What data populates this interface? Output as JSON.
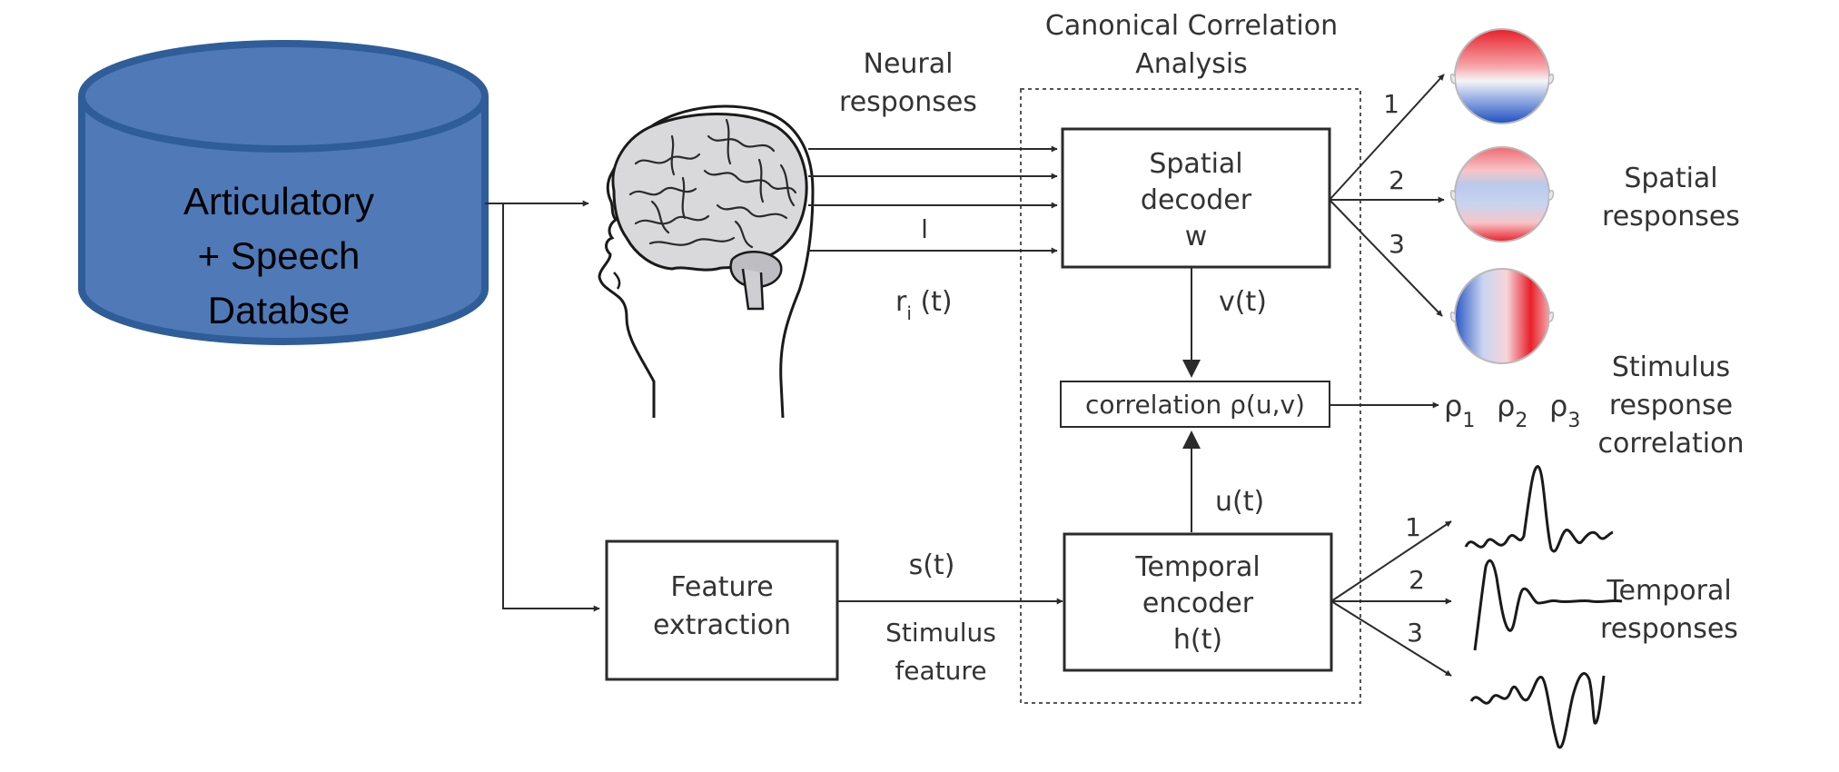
{
  "colors": {
    "database_fill": "#4f7ab7",
    "database_stroke": "#2f5d99",
    "topo_red": "#e8202a",
    "topo_blue": "#1f4fc0"
  },
  "database": {
    "line1": "Articulatory",
    "line2": "+ Speech",
    "line3": "Databse"
  },
  "brain": {
    "icon": "brain-head-icon"
  },
  "cca": {
    "title_line1": "Canonical Correlation",
    "title_line2": "Analysis"
  },
  "labels": {
    "neural_line1": "Neural",
    "neural_line2": "responses",
    "channel_i": "l",
    "r_t_main": "r",
    "r_t_sub": "i",
    "r_t_rest": " (t)",
    "v_t": "v(t)",
    "u_t": "u(t)",
    "s_t": "s(t)",
    "stimulus_line1": "Stimulus",
    "stimulus_line2": "feature"
  },
  "spatial_decoder": {
    "line1": "Spatial",
    "line2": "decoder",
    "line3": "w"
  },
  "correlation": {
    "label": "correlation ρ(u,v)"
  },
  "temporal_encoder": {
    "line1": "Temporal",
    "line2": "encoder",
    "line3": "h(t)"
  },
  "feature_extraction": {
    "line1": "Feature",
    "line2": "extraction"
  },
  "spatial_outputs": {
    "n1": "1",
    "n2": "2",
    "n3": "3",
    "title_line1": "Spatial",
    "title_line2": "responses"
  },
  "rho": {
    "sym": "ρ",
    "s1": "1",
    "s2": "2",
    "s3": "3"
  },
  "stimulus_corr": {
    "line1": "Stimulus",
    "line2": "response",
    "line3": "correlation"
  },
  "temporal_outputs": {
    "n1": "1",
    "n2": "2",
    "n3": "3",
    "title_line1": "Temporal",
    "title_line2": "responses"
  }
}
